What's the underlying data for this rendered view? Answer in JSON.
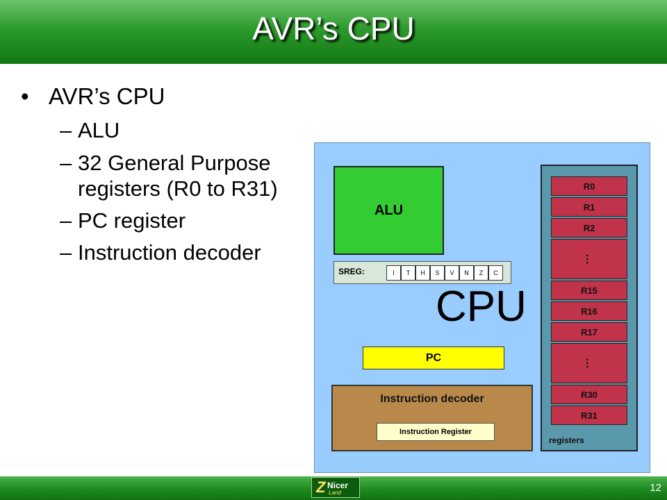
{
  "slide": {
    "title": "AVR’s CPU",
    "page_number": "12"
  },
  "bullets": {
    "main": "AVR’s CPU",
    "sub": [
      "ALU",
      "32 General Purpose",
      "registers (R0 to R31)",
      "PC register",
      "Instruction decoder"
    ],
    "dash": "–",
    "dot": "•"
  },
  "diagram": {
    "alu_label": "ALU",
    "sreg_label": "SREG:",
    "flags": [
      "I",
      "T",
      "H",
      "S",
      "V",
      "N",
      "Z",
      "C"
    ],
    "cpu_label": "CPU",
    "pc_label": "PC",
    "decoder_label": "Instruction decoder",
    "instruction_register_label": "Instruction Register",
    "registers": [
      "R0",
      "R1",
      "R2",
      "R15",
      "R16",
      "R17",
      "R30",
      "R31"
    ],
    "ellipsis": "…",
    "registers_label": "registers"
  },
  "footer": {
    "logo_letter": "Z",
    "logo_word": "Nicer",
    "logo_sub": "Land"
  }
}
